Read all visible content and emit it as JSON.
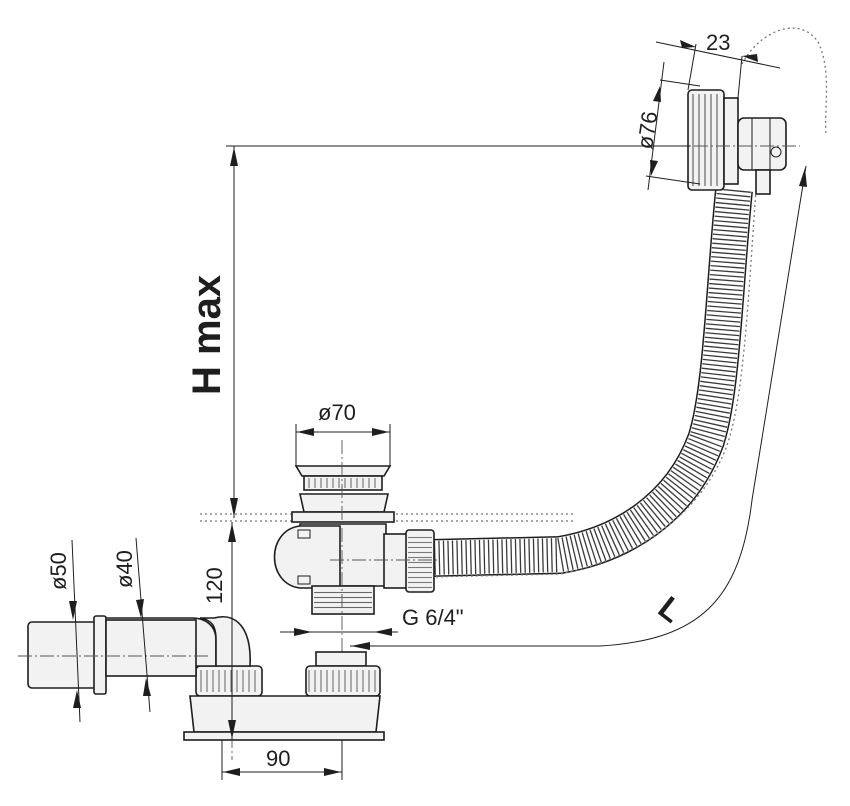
{
  "dimensions": {
    "top_width": "23",
    "top_diameter": "ø76",
    "height": "H max",
    "drain_diameter": "ø70",
    "overflow_height": "120",
    "outlet_d50": "ø50",
    "outlet_d40": "ø40",
    "thread": "G 6/4\"",
    "trap_width": "90",
    "length": "L"
  }
}
